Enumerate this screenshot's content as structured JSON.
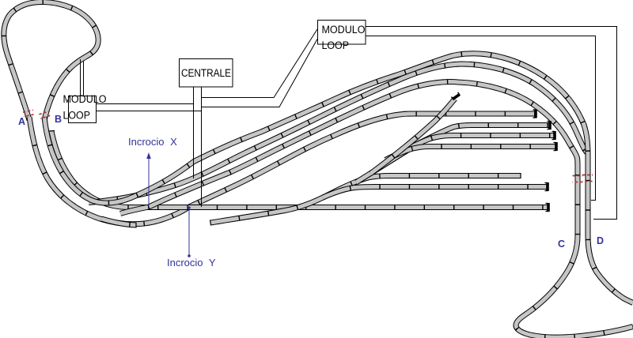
{
  "colors": {
    "background": "#FFFFFF",
    "track_fill": "#C6C6C6",
    "track_casing": "#000000",
    "wire_color": "#000000",
    "marker_red": "#B03434",
    "label_blue": "#333399"
  },
  "boxes": {
    "modulo_loop_left": {
      "line1": "MODULO",
      "line2": "LOOP"
    },
    "centrale": {
      "label": "CENTRALE"
    },
    "modulo_loop_right": {
      "line1": "MODULO",
      "line2": "LOOP"
    }
  },
  "annotations": {
    "crossing_x": "Incrocio X",
    "crossing_y": "Incrocio Y",
    "endpoint_a": "A",
    "endpoint_b": "B",
    "endpoint_c": "C",
    "endpoint_d": "D"
  }
}
